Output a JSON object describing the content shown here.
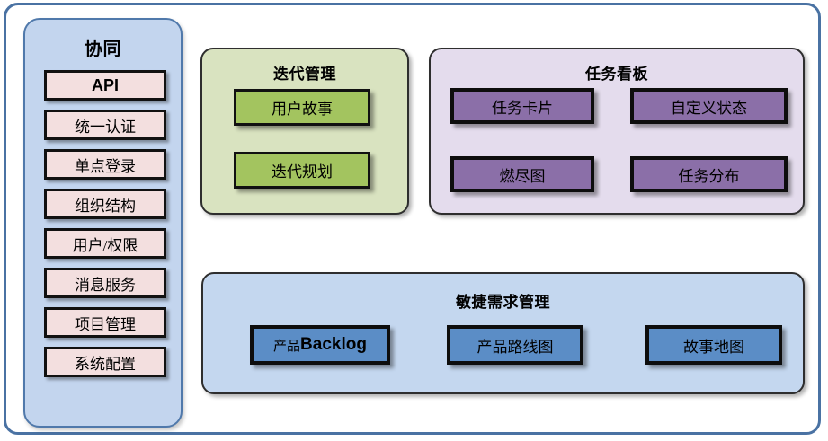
{
  "diagram": {
    "title_visible": false,
    "colors": {
      "outer_frame_border": "#4a72a3",
      "sidebar_panel_bg": "#c3d5ee",
      "sidebar_item_bg": "#f3dfdf",
      "iteration_panel_bg": "#d9e3c0",
      "iteration_box_bg": "#a3c45f",
      "taskboard_panel_bg": "#e4dced",
      "taskboard_box_bg": "#8b6fa8",
      "agile_panel_bg": "#c4d7ef",
      "agile_box_bg": "#5b8dc6",
      "box_border": "#0d0d0d"
    }
  },
  "sidebar": {
    "title": "协同",
    "items": [
      {
        "label": "API"
      },
      {
        "label": "统一认证"
      },
      {
        "label": "单点登录"
      },
      {
        "label": "组织结构"
      },
      {
        "label": "用户/权限"
      },
      {
        "label": "消息服务"
      },
      {
        "label": "项目管理"
      },
      {
        "label": "系统配置"
      }
    ]
  },
  "iteration": {
    "title": "迭代管理",
    "boxes": [
      {
        "label": "用户故事"
      },
      {
        "label": "迭代规划"
      }
    ]
  },
  "taskboard": {
    "title": "任务看板",
    "boxes": [
      {
        "label": "任务卡片"
      },
      {
        "label": "自定义状态"
      },
      {
        "label": "燃尽图"
      },
      {
        "label": "任务分布"
      }
    ]
  },
  "agile": {
    "title": "敏捷需求管理",
    "boxes": [
      {
        "label": "产品Backlog",
        "cjk": "产品",
        "latin": "Backlog"
      },
      {
        "label": "产品路线图"
      },
      {
        "label": "故事地图"
      }
    ]
  }
}
